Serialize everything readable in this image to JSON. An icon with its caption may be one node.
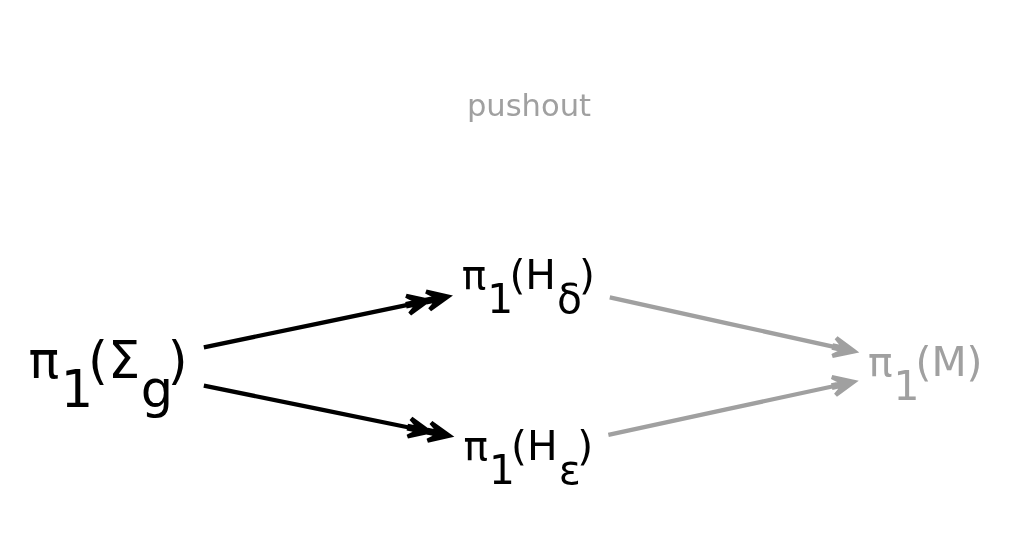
{
  "diagram": {
    "nodes": [
      {
        "text": [
          "π$_{1}$(Σ$_{g}$)"
        ]
      },
      {
        "text": [
          "π$_{1}$(H$_{δ}$)"
        ]
      },
      {
        "text": [
          "π$_{1}$(H$_{ε}$)"
        ]
      },
      {
        "text": [
          "π$_{1}$(M)"
        ]
      }
    ],
    "edges": [
      {
        "from": 0,
        "to": 1,
        "arrow": "to"
      },
      {
        "from": 0,
        "to": 2,
        "arrow": "to"
      },
      {
        "from": 1,
        "to": 3,
        "arrow": "to",
        "color": "#a0a0a0"
      },
      {
        "from": 2,
        "to": 3,
        "arrow": "to",
        "color": "#a0a0a0"
      }
    ],
    "labels": [
      "pushout"
    ]
  }
}
